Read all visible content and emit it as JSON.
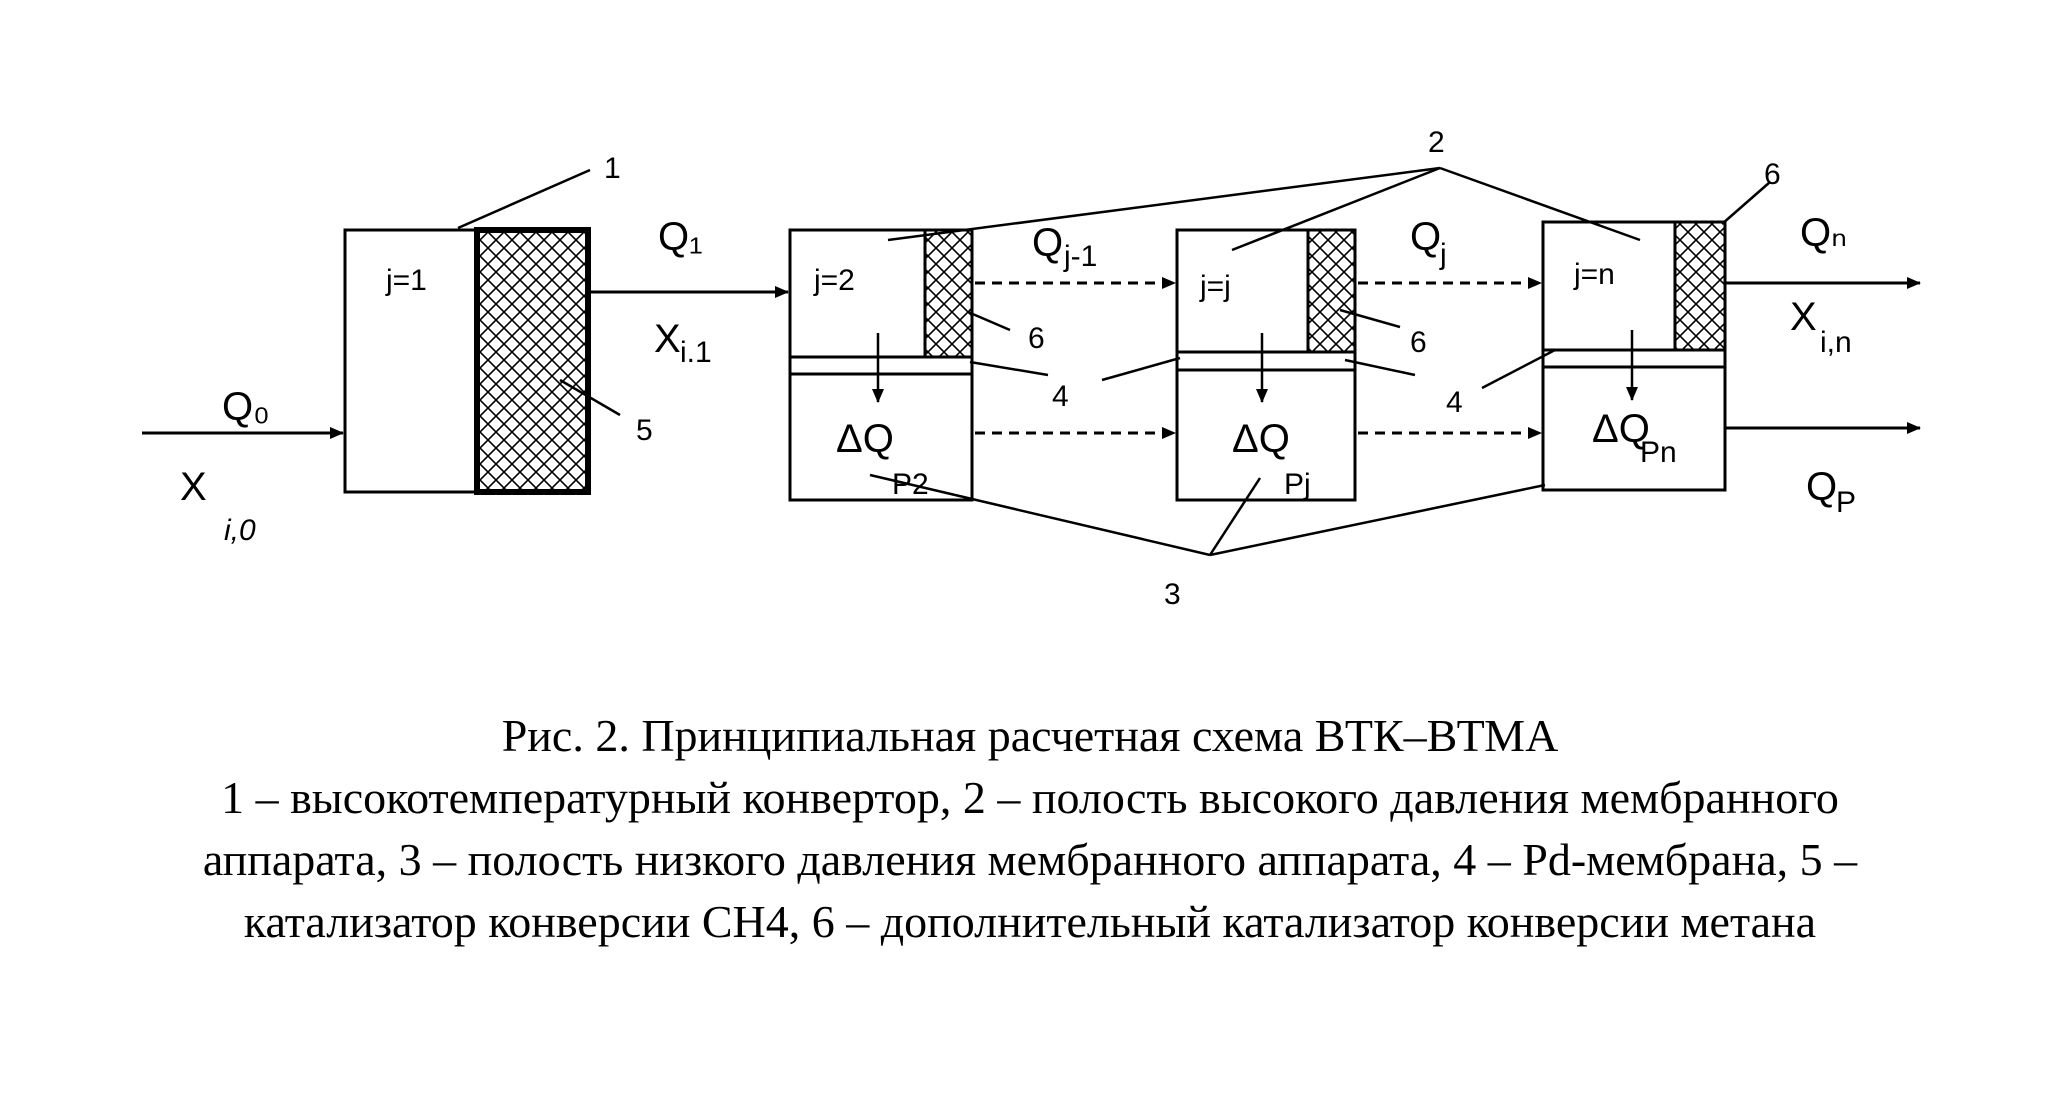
{
  "diagram": {
    "blocks": {
      "b1": {
        "label": "j=1"
      },
      "b2": {
        "label": "j=2",
        "low_label": "ΔQ",
        "low_sub": "P2"
      },
      "bj": {
        "label": "j=j",
        "low_label": "ΔQ",
        "low_sub": "Pj"
      },
      "bn": {
        "label": "j=n",
        "low_label": "ΔQ",
        "low_sub": "Pn"
      }
    },
    "flows": {
      "q0": "Q₀",
      "x0": "X",
      "x0_sub": "i,0",
      "q1": "Q₁",
      "x1": "X",
      "x1_sub": "i.1",
      "qj1": "Q",
      "qj1_sub": "j-1",
      "qj": "Q",
      "qj_sub": "j",
      "qn": "Qₙ",
      "xn": "X",
      "xn_sub": "i,n",
      "qp": "Q",
      "qp_sub": "P"
    },
    "callouts": {
      "c1": "1",
      "c2": "2",
      "c3": "3",
      "c4a": "4",
      "c4b": "4",
      "c5": "5",
      "c6a": "6",
      "c6b": "6",
      "c6c": "6"
    }
  },
  "caption": {
    "title": "Рис. 2. Принципиальная расчетная схема ВТК–ВТМА",
    "lines": [
      "1 – высокотемпературный конвертор, 2 – полость высокого давления мембранного",
      "аппарата, 3 – полость низкого давления мембранного аппарата, 4 – Pd-мембрана, 5 –",
      "катализатор конверсии CH4, 6 – дополнительный катализатор конверсии метана"
    ]
  }
}
